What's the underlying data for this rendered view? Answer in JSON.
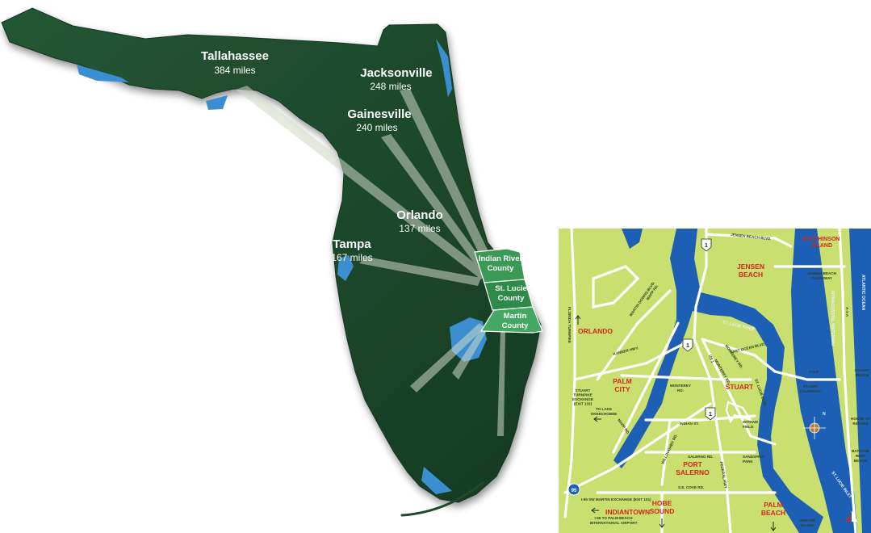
{
  "florida_map": {
    "cities": [
      {
        "name": "Tallahassee",
        "miles": "384 miles"
      },
      {
        "name": "Jacksonville",
        "miles": "248 miles"
      },
      {
        "name": "Gainesville",
        "miles": "240 miles"
      },
      {
        "name": "Orlando",
        "miles": "137 miles"
      },
      {
        "name": "Tampa",
        "miles": "167 miles"
      }
    ],
    "counties": [
      {
        "line1": "Indian River",
        "line2": "County"
      },
      {
        "line1": "St. Lucie",
        "line2": "County"
      },
      {
        "line1": "Martin",
        "line2": "County"
      }
    ],
    "colors": {
      "land": "#1f4a2c",
      "water": "#3b8fd1",
      "rays": "#cfd8c8",
      "county_highlight": "#3a9a55"
    }
  },
  "local_map": {
    "areas": [
      {
        "key": "hutchinson",
        "text": "HUTCHINSON\nISLAND"
      },
      {
        "key": "jensen",
        "text": "JENSEN\nBEACH"
      },
      {
        "key": "orlando",
        "text": "ORLANDO"
      },
      {
        "key": "palm_city",
        "text": "PALM\nCITY"
      },
      {
        "key": "stuart",
        "text": "STUART"
      },
      {
        "key": "port_salerno",
        "text": "PORT\nSALERNO"
      },
      {
        "key": "indiantown",
        "text": "INDIANTOWN"
      },
      {
        "key": "hobe_sound",
        "text": "HOBE\nSOUND"
      },
      {
        "key": "palm_beach",
        "text": "PALM\nBEACH"
      }
    ],
    "roads": {
      "jensen_beach_blvd": "JENSEN BEACH BLVD.",
      "jensen_beach_causeway": "JENSEN BEACH\nCAUSEWAY",
      "intracoastal": "INTRACOASTAL WATERWAY",
      "atlantic": "ATLANTIC OCEAN",
      "a1a_1": "A-1-A",
      "a1a_2": "A-1-A",
      "st_lucie_river": "ST. LUCIE RIVER",
      "east_ocean_blvd": "EAST OCEAN BLVD.",
      "stuart_causeway": "STUART\nCAUSEWAY",
      "stuart_beach": "STUART\nBEACH",
      "house_of_refuge": "HOUSE OF\nREFUGE",
      "bathtub_reef": "BATHTUB\nREEF\nBEACH",
      "st_lucie_inlet": "ST. LUCIE INLET",
      "florida_turnpike": "FLORIDA TURNPIKE",
      "monterey_rd_1": "MONTEREY\nRD.",
      "monterey_rd_2": "MONTEREY\nRD.",
      "monterey_rd_3": "MONTEREY\nRD.",
      "kanner": "KANNER HWY.",
      "martin_downs": "MARTIN\nDOWNS\nBLVD.",
      "mapp_rd_1": "MAPP RD.",
      "mapp_rd_2": "MAPP RD.",
      "stuart_turnpike_exchange": "STUART\nTURNPIKE\nEXCHANGE\n(EXIT 133)",
      "to_lake_okeechobee": "TO LAKE\nOKEECHOBEE",
      "indian_st": "INDIAN ST.",
      "witham_field": "WITHAM\nFIELD",
      "willoughby": "WILLOUGHBY RD.",
      "salerno_rd": "SALERNO RD.",
      "sandsprit_park": "SANDSPRIT\nPARK",
      "se_cove_rd": "S.E. COVE RD.",
      "i95_exchange": "I-95 SW MARTIN EXCHANGE (EXIT 101)",
      "to_palm_beach_airport": "I-95 TO PALM BEACH\nINTERNATIONAL AIRPORT",
      "jupiter_island": "JUPITER\nISLAND",
      "st_lucie_blvd": "ST. LUCIE BLVD.",
      "us1_label": "US 1",
      "federal_hwy": "FEDERAL HWY"
    },
    "shields": [
      "1",
      "1",
      "1",
      "95"
    ],
    "compass": "N",
    "colors": {
      "land": "#c9df6f",
      "water": "#1d5fb4",
      "road": "#ffffff",
      "label_red": "#d2281e"
    }
  }
}
